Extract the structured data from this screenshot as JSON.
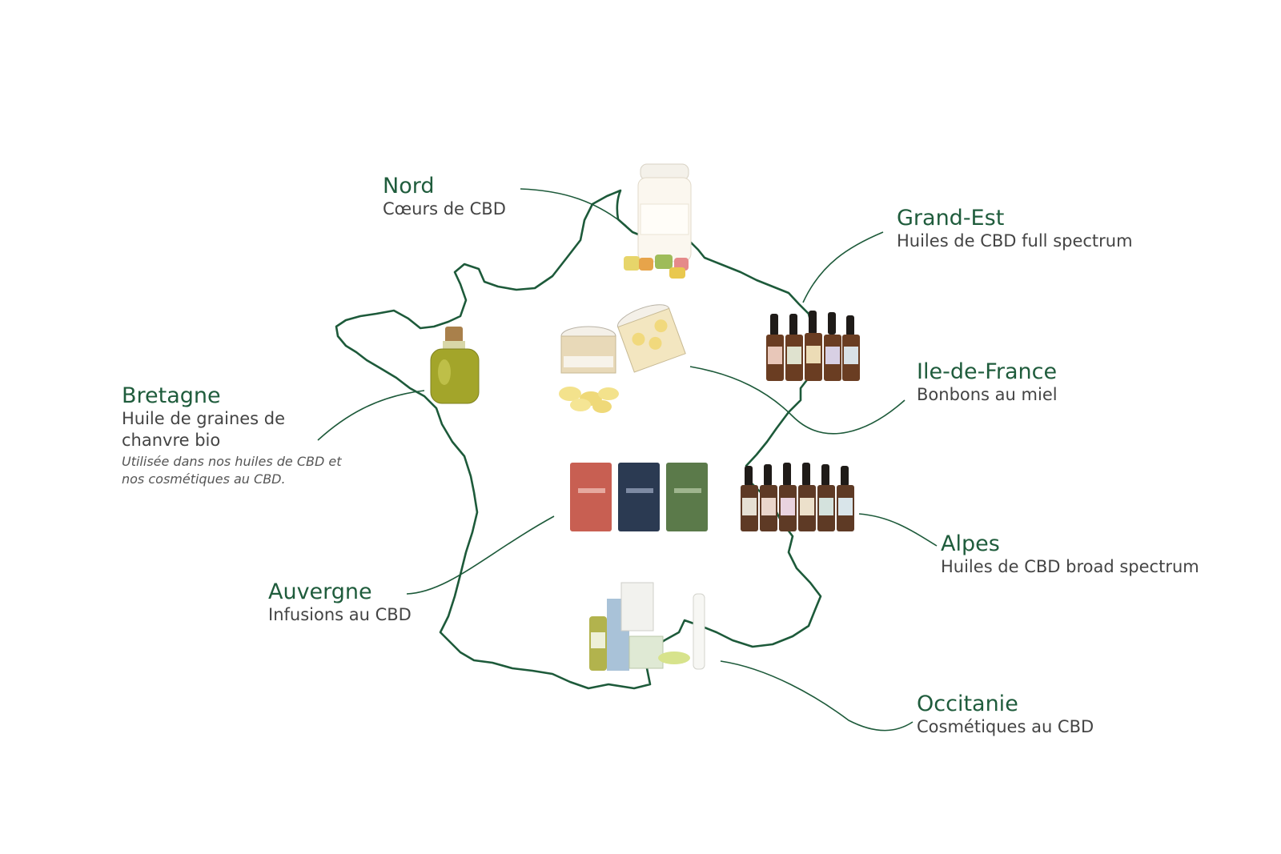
{
  "colors": {
    "line": "#1d5a3a",
    "region_text": "#1f5c3c",
    "body_text": "#444444",
    "background": "#ffffff"
  },
  "regions": [
    {
      "id": "nord",
      "name": "Nord",
      "product": "Cœurs de CBD",
      "product_image": "gummies-jar-icon"
    },
    {
      "id": "grand-est",
      "name": "Grand-Est",
      "product": "Huiles de CBD full spectrum",
      "product_image": "dropper-bottles-icon"
    },
    {
      "id": "ile-de-france",
      "name": "Ile-de-France",
      "product": "Bonbons au miel",
      "product_image": "honey-candy-jars-icon"
    },
    {
      "id": "bretagne",
      "name": "Bretagne",
      "product": "Huile de graines de chanvre bio",
      "note": "Utilisée dans nos huiles de CBD et nos cosmétiques au CBD.",
      "product_image": "oil-flask-icon"
    },
    {
      "id": "alpes",
      "name": "Alpes",
      "product": "Huiles de CBD broad spectrum",
      "product_image": "dropper-bottles-icon"
    },
    {
      "id": "auvergne",
      "name": "Auvergne",
      "product": "Infusions au CBD",
      "product_image": "tea-pouches-icon"
    },
    {
      "id": "occitanie",
      "name": "Occitanie",
      "product": "Cosmétiques au CBD",
      "product_image": "cosmetics-set-icon"
    }
  ]
}
